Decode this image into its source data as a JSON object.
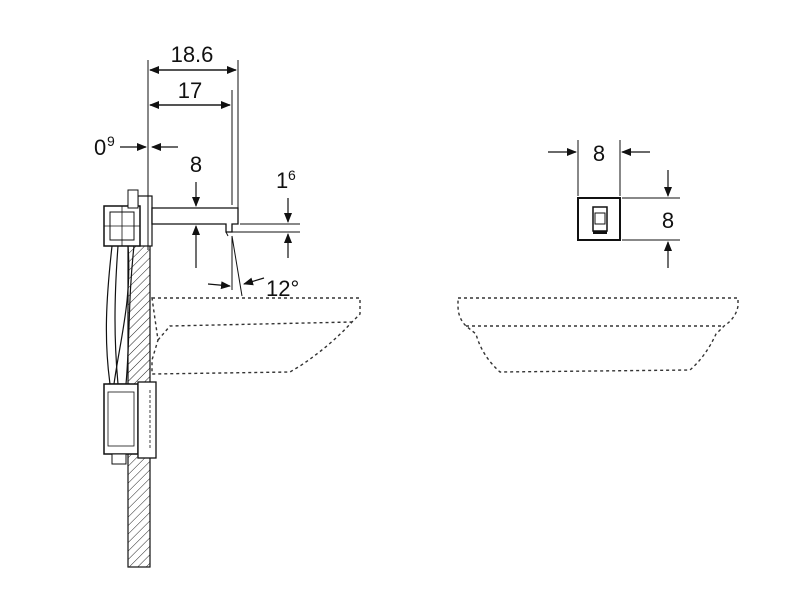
{
  "side_view": {
    "dim_overall_reach": "18.6",
    "dim_spout_reach": "17",
    "dim_wall_offset_main": "0",
    "dim_wall_offset_sup": "9",
    "dim_spout_height": "8",
    "dim_outlet_height_main": "1",
    "dim_outlet_height_sup": "6",
    "dim_angle": "12°"
  },
  "front_view": {
    "dim_plate_width": "8",
    "dim_plate_height": "8"
  },
  "colors": {
    "line": "#111111",
    "dashed": "#333333",
    "background": "#ffffff"
  }
}
